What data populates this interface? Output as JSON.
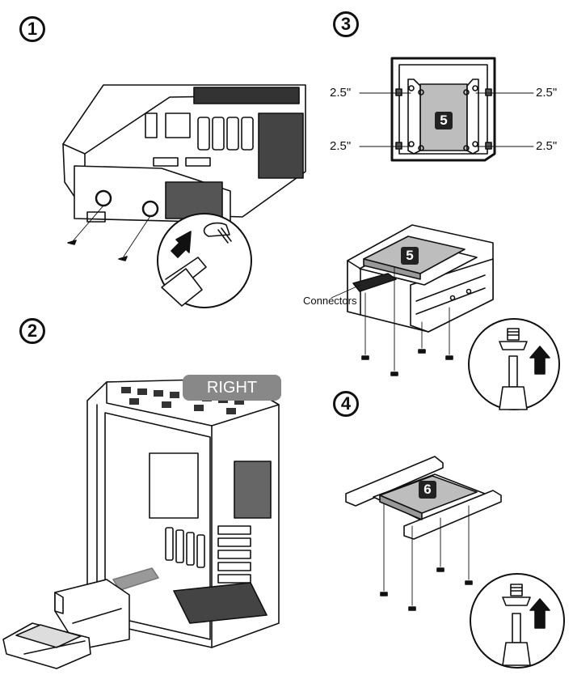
{
  "steps": {
    "s1": "1",
    "s2": "2",
    "s3": "3",
    "s4": "4"
  },
  "step3": {
    "dims": {
      "top_left": "2.5\"",
      "top_right": "2.5\"",
      "bottom_left": "2.5\"",
      "bottom_right": "2.5\""
    },
    "drive_number_top": "5",
    "drive_number_bracket": "5",
    "connectors_label": "Connectors"
  },
  "step2": {
    "side_label": "RIGHT"
  },
  "step4": {
    "drive_number": "6"
  },
  "colors": {
    "drive_fill": "#bdbdbd",
    "label_bg": "#888888",
    "tag_bg": "#222222"
  },
  "icons": [
    "screw-icon",
    "screwdriver-icon",
    "up-arrow-icon",
    "direction-arrow-icon"
  ]
}
